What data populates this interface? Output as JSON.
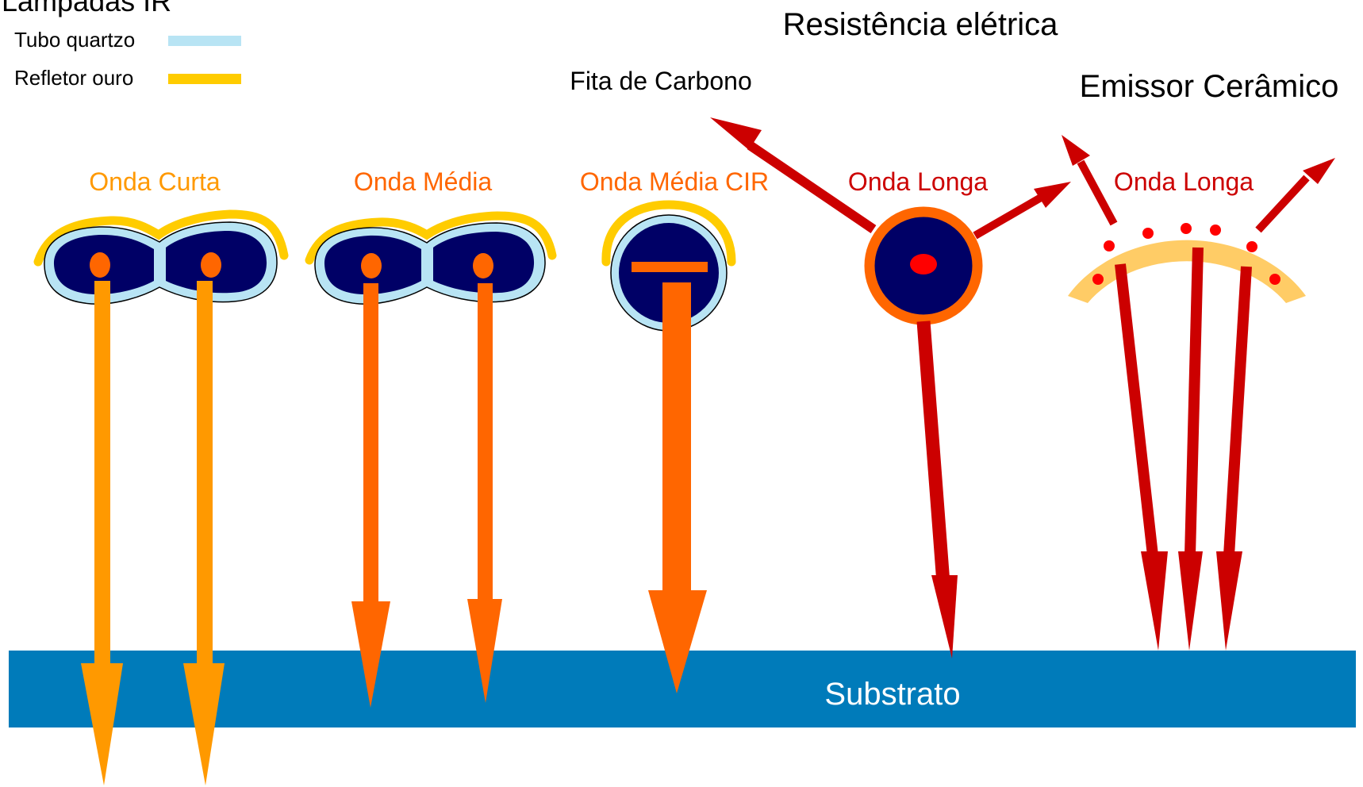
{
  "legend": {
    "title": "Lampadas IR",
    "items": [
      {
        "label": "Tubo quartzo",
        "color": "#b8e4f4"
      },
      {
        "label": "Refletor ouro",
        "color": "#ffcc00"
      }
    ]
  },
  "groups": {
    "resistance_title": "Resistência elétrica",
    "carbon_label": "Fita de Carbono",
    "ceramic_title": "Emissor Cerâmico"
  },
  "emitters": [
    {
      "label": "Onda Curta",
      "color": "#ff9900"
    },
    {
      "label": "Onda Média",
      "color": "#ff6600"
    },
    {
      "label": "Onda Média CIR",
      "color": "#ff6600"
    },
    {
      "label": "Onda Longa",
      "color": "#cc0000"
    },
    {
      "label": "Onda Longa",
      "color": "#cc0000"
    }
  ],
  "substrate": {
    "label": "Substrato",
    "color": "#007bba"
  },
  "colors": {
    "lamp_body": "#000066",
    "quartz": "#b8e4f4",
    "gold": "#ffcc00",
    "long_wave_ring": "#ff6600",
    "ceramic_body": "#ffcc66"
  }
}
